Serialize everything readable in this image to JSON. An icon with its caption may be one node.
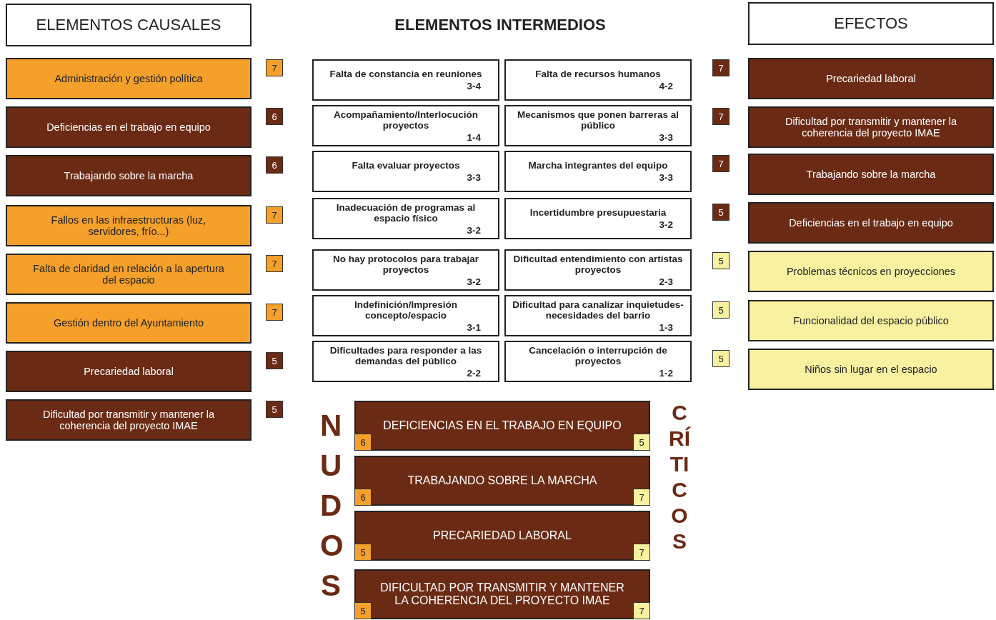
{
  "diagram": {
    "nodes": [
      {
        "text": [
          "ELEMENTOS CAUSALES"
        ]
      },
      {
        "text": [
          "Administración y gestión política"
        ]
      },
      {
        "text": [
          "7"
        ]
      },
      {
        "text": [
          "Deficiencias en el trabajo en equipo"
        ]
      },
      {
        "text": [
          "6"
        ]
      },
      {
        "text": [
          "Trabajando sobre la marcha"
        ]
      },
      {
        "text": [
          "6"
        ]
      },
      {
        "text": [
          "Fallos en las infraestructuras (luz, servidores, frío...)"
        ]
      },
      {
        "text": [
          "7"
        ]
      },
      {
        "text": [
          "Falta de claridad en relación a la apertura del espacio"
        ]
      },
      {
        "text": [
          "7"
        ]
      },
      {
        "text": [
          "Gestión dentro del Ayuntamiento"
        ]
      },
      {
        "text": [
          "7"
        ]
      },
      {
        "text": [
          "Precariedad laboral"
        ]
      },
      {
        "text": [
          "5"
        ]
      },
      {
        "text": [
          "Dificultad por transmitir y mantener la coherencia del proyecto IMAE"
        ]
      },
      {
        "text": [
          "5"
        ]
      },
      {
        "text": [
          "Falta de constancia en reuniones",
          "3-4"
        ]
      },
      {
        "text": [
          "Falta de recursos humanos",
          "4-2"
        ]
      },
      {
        "text": [
          "Acompañamiento/Interlocución proyectos",
          "1-4"
        ]
      },
      {
        "text": [
          "Mecanismos que ponen barreras al público",
          "3-3"
        ]
      },
      {
        "text": [
          "Falta evaluar proyectos",
          "3-3"
        ]
      },
      {
        "text": [
          "Marcha integrantes del equipo",
          "3-3"
        ]
      },
      {
        "text": [
          "Inadecuación de programas al espacio físico",
          "3-2"
        ]
      },
      {
        "text": [
          "Incertidumbre presupuestaria",
          "3-2"
        ]
      },
      {
        "text": [
          "No hay protocolos para trabajar proyectos",
          "3-2"
        ]
      },
      {
        "text": [
          "Dificultad entendimiento con artistas proyectos",
          "2-3"
        ]
      },
      {
        "text": [
          "Indefinición/Impresión concepto/espacio",
          "3-1"
        ]
      },
      {
        "text": [
          "Dificultad para canalizar inquietudes-necesidades del barrio",
          "1-3"
        ]
      },
      {
        "text": [
          "Dificultades para responder a las demandas del público",
          "2-2"
        ]
      },
      {
        "text": [
          "Cancelación o interrupción de proyectos",
          "1-2"
        ]
      },
      {
        "text": [
          "EFECTOS"
        ]
      },
      {
        "text": [
          "7"
        ]
      },
      {
        "text": [
          "Precariedad laboral"
        ]
      },
      {
        "text": [
          "7"
        ]
      },
      {
        "text": [
          "Dificultad por transmitir y mantener la coherencia del proyecto IMAE"
        ]
      },
      {
        "text": [
          "7"
        ]
      },
      {
        "text": [
          "Trabajando sobre la marcha"
        ]
      },
      {
        "text": [
          "5"
        ]
      },
      {
        "text": [
          "Deficiencias en el trabajo en equipo"
        ]
      },
      {
        "text": [
          "5"
        ]
      },
      {
        "text": [
          "Problemas técnicos en proyecciones"
        ]
      },
      {
        "text": [
          "5"
        ]
      },
      {
        "text": [
          "Funcionalidad del espacio público"
        ]
      },
      {
        "text": [
          "5"
        ]
      },
      {
        "text": [
          "Niños sin lugar en el espacio"
        ]
      },
      {
        "text": [
          "DEFICIENCIAS EN EL TRABAJO EN EQUIPO"
        ]
      },
      {
        "text": [
          "6"
        ],
        "in": 46
      },
      {
        "text": [
          "5"
        ],
        "in": 46
      },
      {
        "text": [
          "TRABAJANDO SOBRE LA MARCHA"
        ]
      },
      {
        "text": [
          "6"
        ],
        "in": 49
      },
      {
        "text": [
          "7"
        ],
        "in": 49
      },
      {
        "text": [
          "PRECARIEDAD LABORAL"
        ]
      },
      {
        "text": [
          "5"
        ],
        "in": 52
      },
      {
        "text": [
          "7"
        ],
        "in": 52
      },
      {
        "text": [
          "DIFICULTAD POR TRANSMITIR Y MANTENER LA COHERENCIA DEL PROYECTO IMAE"
        ]
      },
      {
        "text": [
          "5"
        ],
        "in": 55
      },
      {
        "text": [
          "7"
        ],
        "in": 55
      }
    ],
    "labels": [
      "ELEMENTOS INTERMEDIOS",
      "NUDOS",
      "CRÍTICOS"
    ]
  }
}
